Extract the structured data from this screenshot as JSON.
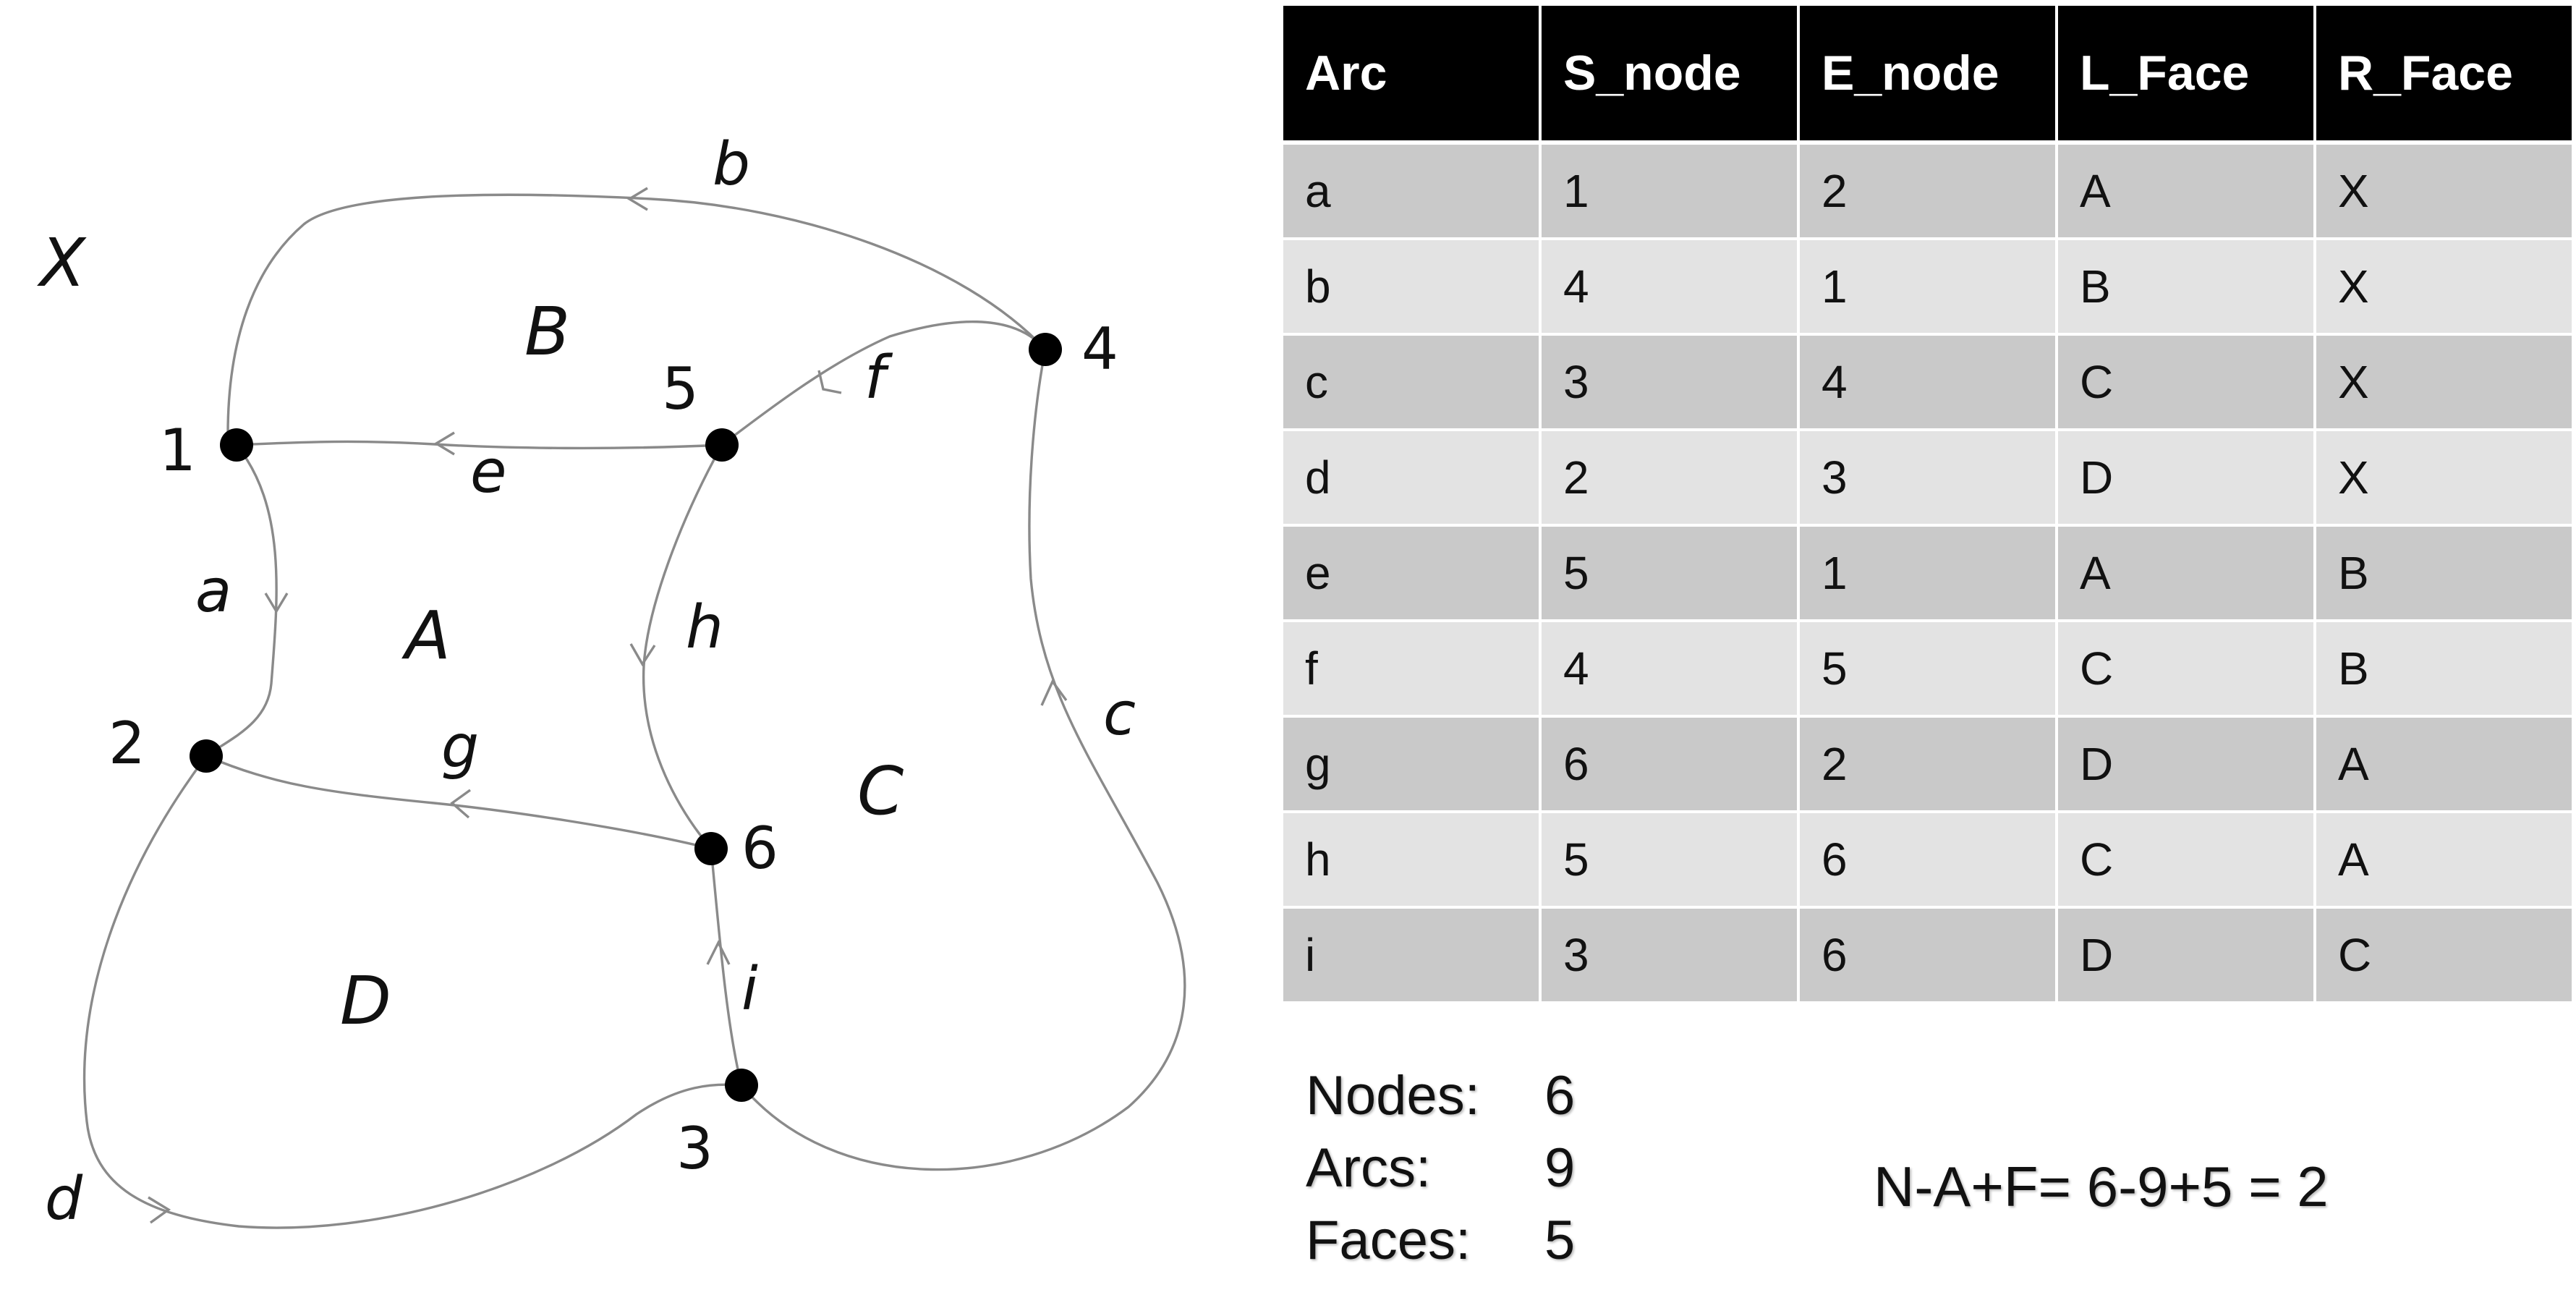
{
  "diagram": {
    "outer_face_label": "X",
    "faces": [
      "A",
      "B",
      "C",
      "D"
    ],
    "nodes": [
      "1",
      "2",
      "3",
      "4",
      "5",
      "6"
    ],
    "arcs": [
      "a",
      "b",
      "c",
      "d",
      "e",
      "f",
      "g",
      "h",
      "i"
    ]
  },
  "table": {
    "headers": [
      "Arc",
      "S_node",
      "E_node",
      "L_Face",
      "R_Face"
    ],
    "rows": [
      [
        "a",
        "1",
        "2",
        "A",
        "X"
      ],
      [
        "b",
        "4",
        "1",
        "B",
        "X"
      ],
      [
        "c",
        "3",
        "4",
        "C",
        "X"
      ],
      [
        "d",
        "2",
        "3",
        "D",
        "X"
      ],
      [
        "e",
        "5",
        "1",
        "A",
        "B"
      ],
      [
        "f",
        "4",
        "5",
        "C",
        "B"
      ],
      [
        "g",
        "6",
        "2",
        "D",
        "A"
      ],
      [
        "h",
        "5",
        "6",
        "C",
        "A"
      ],
      [
        "i",
        "3",
        "6",
        "D",
        "C"
      ]
    ]
  },
  "stats": {
    "nodes_label": "Nodes:",
    "nodes_value": "6",
    "arcs_label": "Arcs:",
    "arcs_value": "9",
    "faces_label": "Faces:",
    "faces_value": "5"
  },
  "formula": "N-A+F= 6-9+5 = 2"
}
